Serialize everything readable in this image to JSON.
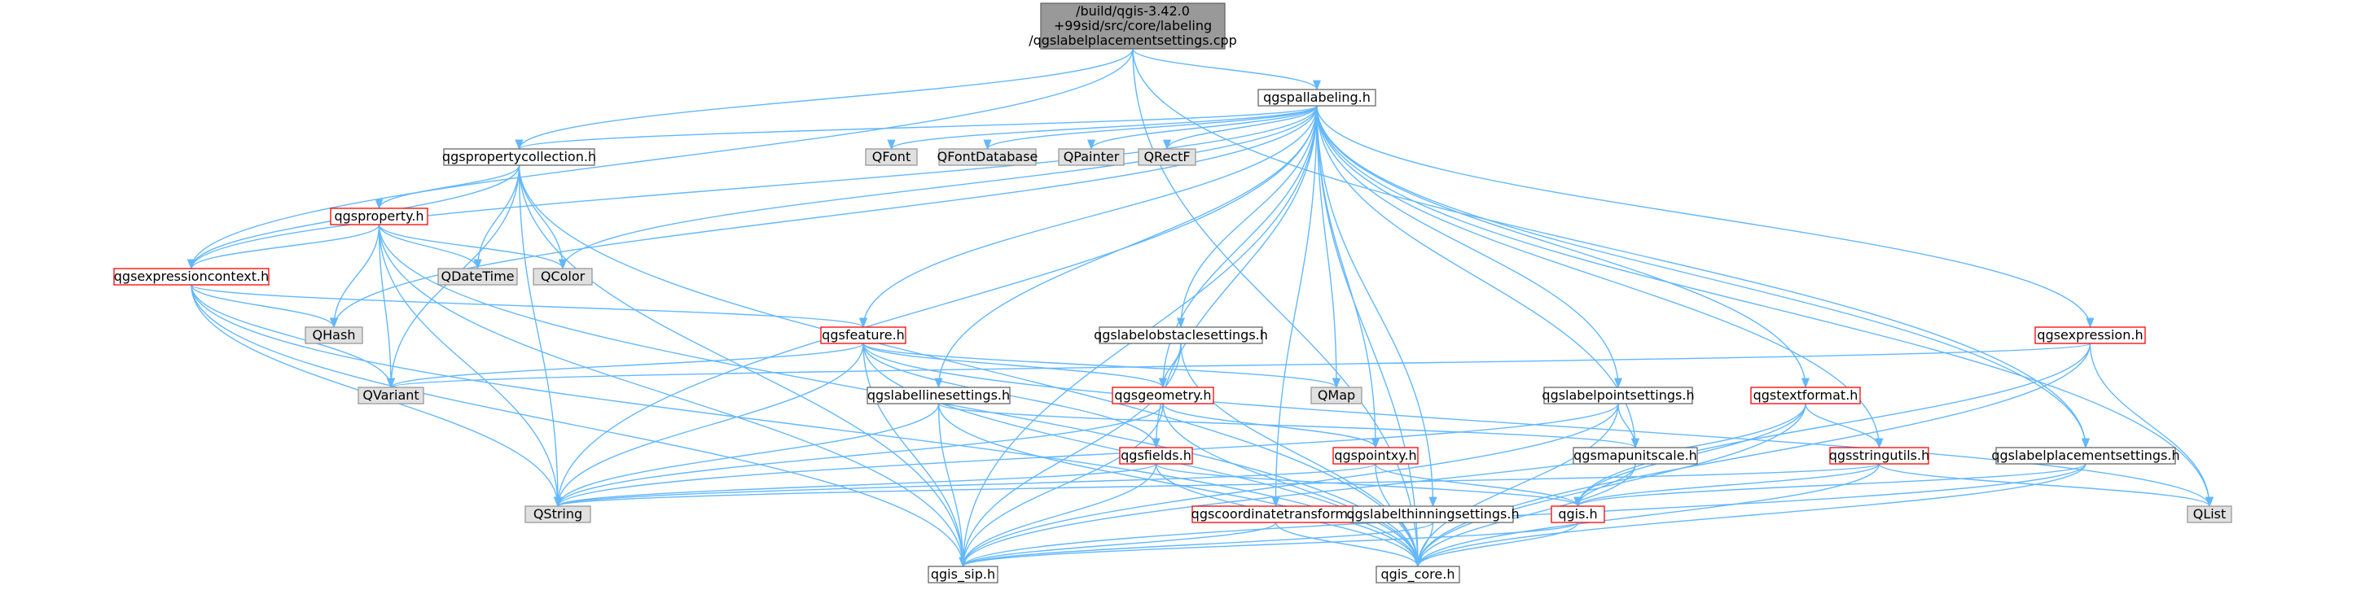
{
  "colors": {
    "edge": "#63b8ff",
    "normal_fill": "#ffffff",
    "normal_stroke": "#666666",
    "red_stroke": "#ff0000",
    "gray_fill": "#e0e0e0",
    "gray_stroke": "#999999",
    "root_fill": "#999999",
    "root_stroke": "#666666"
  },
  "nodes": [
    {
      "id": "root",
      "lines": [
        "/build/qgis-3.42.0",
        "+99sid/src/core/labeling",
        "/qgslabelplacementsettings.cpp"
      ],
      "style": "root"
    },
    {
      "id": "qgspallabeling",
      "lines": [
        "qgspallabeling.h"
      ],
      "style": "normal"
    },
    {
      "id": "qgspropertycollection",
      "lines": [
        "qgspropertycollection.h"
      ],
      "style": "normal"
    },
    {
      "id": "qgsproperty",
      "lines": [
        "qgsproperty.h"
      ],
      "style": "red"
    },
    {
      "id": "qgsexpressioncontext",
      "lines": [
        "qgsexpressioncontext.h"
      ],
      "style": "red"
    },
    {
      "id": "qgsfeature",
      "lines": [
        "qgsfeature.h"
      ],
      "style": "red"
    },
    {
      "id": "qgsgeometry",
      "lines": [
        "qgsgeometry.h"
      ],
      "style": "red"
    },
    {
      "id": "qgsfields",
      "lines": [
        "qgsfields.h"
      ],
      "style": "red"
    },
    {
      "id": "qgspointxy",
      "lines": [
        "qgspointxy.h"
      ],
      "style": "red"
    },
    {
      "id": "qgis",
      "lines": [
        "qgis.h"
      ],
      "style": "red"
    },
    {
      "id": "qgscoordinatetransform",
      "lines": [
        "qgscoordinatetransform.h"
      ],
      "style": "red"
    },
    {
      "id": "qgstextformat",
      "lines": [
        "qgstextformat.h"
      ],
      "style": "red"
    },
    {
      "id": "qgsstringutils",
      "lines": [
        "qgsstringutils.h"
      ],
      "style": "red"
    },
    {
      "id": "qgsexpression",
      "lines": [
        "qgsexpression.h"
      ],
      "style": "red"
    },
    {
      "id": "qgslabellinesettings",
      "lines": [
        "qgslabellinesettings.h"
      ],
      "style": "normal"
    },
    {
      "id": "qgslabelobstaclesettings",
      "lines": [
        "qgslabelobstaclesettings.h"
      ],
      "style": "normal"
    },
    {
      "id": "qgslabelpointsettings",
      "lines": [
        "qgslabelpointsettings.h"
      ],
      "style": "normal"
    },
    {
      "id": "qgsmapunitscale",
      "lines": [
        "qgsmapunitscale.h"
      ],
      "style": "normal"
    },
    {
      "id": "qgslabelthinningsettings",
      "lines": [
        "qgslabelthinningsettings.h"
      ],
      "style": "normal"
    },
    {
      "id": "qgslabelplacementsettings",
      "lines": [
        "qgslabelplacementsettings.h"
      ],
      "style": "normal"
    },
    {
      "id": "qgis_sip",
      "lines": [
        "qgis_sip.h"
      ],
      "style": "normal"
    },
    {
      "id": "qgis_core",
      "lines": [
        "qgis_core.h"
      ],
      "style": "normal"
    },
    {
      "id": "QFont",
      "lines": [
        "QFont"
      ],
      "style": "gray"
    },
    {
      "id": "QFontDatabase",
      "lines": [
        "QFontDatabase"
      ],
      "style": "gray"
    },
    {
      "id": "QPainter",
      "lines": [
        "QPainter"
      ],
      "style": "gray"
    },
    {
      "id": "QRectF",
      "lines": [
        "QRectF"
      ],
      "style": "gray"
    },
    {
      "id": "QDateTime",
      "lines": [
        "QDateTime"
      ],
      "style": "gray"
    },
    {
      "id": "QColor",
      "lines": [
        "QColor"
      ],
      "style": "gray"
    },
    {
      "id": "QHash",
      "lines": [
        "QHash"
      ],
      "style": "gray"
    },
    {
      "id": "QVariant",
      "lines": [
        "QVariant"
      ],
      "style": "gray"
    },
    {
      "id": "QMap",
      "lines": [
        "QMap"
      ],
      "style": "gray"
    },
    {
      "id": "QString",
      "lines": [
        "QString"
      ],
      "style": "gray"
    },
    {
      "id": "QList",
      "lines": [
        "QList"
      ],
      "style": "gray"
    }
  ],
  "edges": [
    [
      "root",
      "qgspallabeling"
    ],
    [
      "root",
      "qgspropertycollection"
    ],
    [
      "root",
      "qgsexpressioncontext"
    ],
    [
      "root",
      "qgslabelplacementsettings"
    ],
    [
      "root",
      "qgis_core"
    ],
    [
      "qgspallabeling",
      "qgspropertycollection"
    ],
    [
      "qgspallabeling",
      "QFont"
    ],
    [
      "qgspallabeling",
      "QFontDatabase"
    ],
    [
      "qgspallabeling",
      "QPainter"
    ],
    [
      "qgspallabeling",
      "QRectF"
    ],
    [
      "qgspallabeling",
      "QColor"
    ],
    [
      "qgspallabeling",
      "QHash"
    ],
    [
      "qgspallabeling",
      "QString"
    ],
    [
      "qgspallabeling",
      "qgis_sip"
    ],
    [
      "qgspallabeling",
      "qgis_core"
    ],
    [
      "qgspallabeling",
      "qgsfeature"
    ],
    [
      "qgspallabeling",
      "qgsgeometry"
    ],
    [
      "qgspallabeling",
      "qgsfields"
    ],
    [
      "qgspallabeling",
      "qgspointxy"
    ],
    [
      "qgspallabeling",
      "qgsmapunitscale"
    ],
    [
      "qgspallabeling",
      "qgscoordinatetransform"
    ],
    [
      "qgspallabeling",
      "qgslabellinesettings"
    ],
    [
      "qgspallabeling",
      "qgslabelobstaclesettings"
    ],
    [
      "qgspallabeling",
      "qgslabelpointsettings"
    ],
    [
      "qgspallabeling",
      "qgslabelthinningsettings"
    ],
    [
      "qgspallabeling",
      "qgslabelplacementsettings"
    ],
    [
      "qgspallabeling",
      "qgstextformat"
    ],
    [
      "qgspallabeling",
      "qgsstringutils"
    ],
    [
      "qgspallabeling",
      "qgsexpression"
    ],
    [
      "qgspallabeling",
      "QMap"
    ],
    [
      "qgspallabeling",
      "QList"
    ],
    [
      "qgspallabeling",
      "qgsexpressioncontext"
    ],
    [
      "qgspropertycollection",
      "qgsproperty"
    ],
    [
      "qgspropertycollection",
      "qgsexpressioncontext"
    ],
    [
      "qgspropertycollection",
      "QDateTime"
    ],
    [
      "qgspropertycollection",
      "QColor"
    ],
    [
      "qgspropertycollection",
      "QVariant"
    ],
    [
      "qgspropertycollection",
      "QString"
    ],
    [
      "qgspropertycollection",
      "qgis_sip"
    ],
    [
      "qgspropertycollection",
      "qgis_core"
    ],
    [
      "qgsproperty",
      "qgsexpressioncontext"
    ],
    [
      "qgsproperty",
      "QDateTime"
    ],
    [
      "qgsproperty",
      "QColor"
    ],
    [
      "qgsproperty",
      "QHash"
    ],
    [
      "qgsproperty",
      "QVariant"
    ],
    [
      "qgsproperty",
      "QString"
    ],
    [
      "qgsproperty",
      "qgis_sip"
    ],
    [
      "qgsproperty",
      "qgis_core"
    ],
    [
      "qgsexpressioncontext",
      "QHash"
    ],
    [
      "qgsexpressioncontext",
      "QVariant"
    ],
    [
      "qgsexpressioncontext",
      "qgsfeature"
    ],
    [
      "qgsexpressioncontext",
      "QString"
    ],
    [
      "qgsexpressioncontext",
      "qgis_sip"
    ],
    [
      "qgsexpressioncontext",
      "qgis_core"
    ],
    [
      "qgsfeature",
      "QVariant"
    ],
    [
      "qgsfeature",
      "QMap"
    ],
    [
      "qgsfeature",
      "QList"
    ],
    [
      "qgsfeature",
      "qgsgeometry"
    ],
    [
      "qgsfeature",
      "qgsfields"
    ],
    [
      "qgsfeature",
      "QString"
    ],
    [
      "qgsfeature",
      "qgis_sip"
    ],
    [
      "qgsfeature",
      "qgis_core"
    ],
    [
      "qgsgeometry",
      "qgspointxy"
    ],
    [
      "qgsgeometry",
      "QString"
    ],
    [
      "qgsgeometry",
      "qgis_sip"
    ],
    [
      "qgsgeometry",
      "qgis_core"
    ],
    [
      "qgsfields",
      "QString"
    ],
    [
      "qgsfields",
      "qgis"
    ],
    [
      "qgsfields",
      "qgis_sip"
    ],
    [
      "qgsfields",
      "qgis_core"
    ],
    [
      "qgspointxy",
      "qgis"
    ],
    [
      "qgspointxy",
      "QString"
    ],
    [
      "qgspointxy",
      "qgis_core"
    ],
    [
      "qgis",
      "qgis_sip"
    ],
    [
      "qgis",
      "qgis_core"
    ],
    [
      "qgscoordinatetransform",
      "qgis_sip"
    ],
    [
      "qgscoordinatetransform",
      "qgis_core"
    ],
    [
      "qgstextformat",
      "qgsstringutils"
    ],
    [
      "qgstextformat",
      "qgis"
    ],
    [
      "qgstextformat",
      "qgis_sip"
    ],
    [
      "qgstextformat",
      "qgis_core"
    ],
    [
      "qgsstringutils",
      "qgis"
    ],
    [
      "qgsstringutils",
      "QList"
    ],
    [
      "qgsstringutils",
      "QString"
    ],
    [
      "qgsstringutils",
      "qgis_core"
    ],
    [
      "qgsexpression",
      "QVariant"
    ],
    [
      "qgsexpression",
      "QList"
    ],
    [
      "qgsexpression",
      "qgis"
    ],
    [
      "qgsexpression",
      "qgis_core"
    ],
    [
      "qgslabellinesettings",
      "qgsmapunitscale"
    ],
    [
      "qgslabellinesettings",
      "QString"
    ],
    [
      "qgslabellinesettings",
      "qgis_sip"
    ],
    [
      "qgslabellinesettings",
      "qgis_core"
    ],
    [
      "qgslabelobstaclesettings",
      "qgsgeometry"
    ],
    [
      "qgslabelobstaclesettings",
      "qgis_sip"
    ],
    [
      "qgslabelobstaclesettings",
      "qgis_core"
    ],
    [
      "qgslabelpointsettings",
      "qgsmapunitscale"
    ],
    [
      "qgslabelpointsettings",
      "QString"
    ],
    [
      "qgslabelpointsettings",
      "qgis_sip"
    ],
    [
      "qgslabelpointsettings",
      "qgis_core"
    ],
    [
      "qgsmapunitscale",
      "qgis"
    ],
    [
      "qgsmapunitscale",
      "qgis_core"
    ],
    [
      "qgslabelthinningsettings",
      "qgis_sip"
    ],
    [
      "qgslabelthinningsettings",
      "qgis_core"
    ],
    [
      "qgslabelplacementsettings",
      "qgis"
    ],
    [
      "qgslabelplacementsettings",
      "qgis_sip"
    ],
    [
      "qgslabelplacementsettings",
      "qgis_core"
    ]
  ]
}
